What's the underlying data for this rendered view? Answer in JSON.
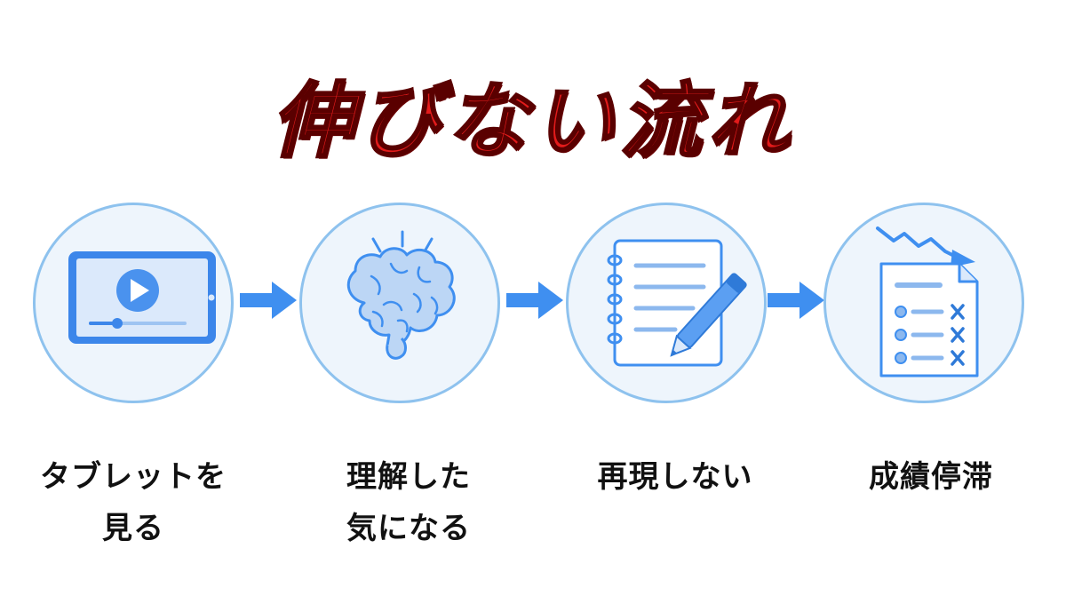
{
  "title": "伸びない流れ",
  "steps": [
    {
      "icon": "tablet-play-icon",
      "label_line1": "タブレットを",
      "label_line2": "見る"
    },
    {
      "icon": "brain-icon",
      "label_line1": "理解した",
      "label_line2": "気になる"
    },
    {
      "icon": "notebook-pen-icon",
      "label_line1": "再現しない",
      "label_line2": ""
    },
    {
      "icon": "declining-checklist-icon",
      "label_line1": "成績停滞",
      "label_line2": ""
    }
  ],
  "colors": {
    "title_red": "#e31b1b",
    "accent_blue": "#3f8ff0",
    "circle_fill": "#eef5fc",
    "circle_border": "#8ec2ee"
  }
}
